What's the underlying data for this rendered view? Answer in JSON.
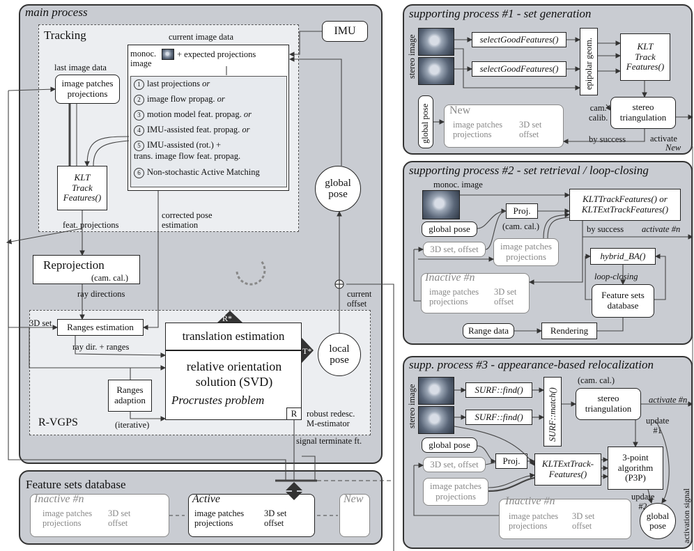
{
  "main": {
    "title": "main process",
    "tracking_title": "Tracking",
    "current_image_data": "current image data",
    "imu": "IMU",
    "monoc_image": "monoc.\nimage",
    "expected_projections": "+ expected projections",
    "last_image_data": "last image data",
    "image_patches_projections": "image patches\nprojections",
    "methods": [
      {
        "num": "1",
        "text": "last projections ",
        "suffix": "or"
      },
      {
        "num": "2",
        "text": "image flow propag. ",
        "suffix": "or"
      },
      {
        "num": "3",
        "text": "motion model feat. propag. ",
        "suffix": "or"
      },
      {
        "num": "4",
        "text": "IMU-assisted feat. propag. ",
        "suffix": "or"
      },
      {
        "num": "5",
        "text": "IMU-assisted (rot.) +\ntrans. image flow feat. propag.",
        "suffix": ""
      },
      {
        "num": "6",
        "text": "Non-stochastic Active Matching",
        "suffix": ""
      }
    ],
    "klt": "KLT\nTrack\nFeatures()",
    "feat_projections": "feat. projections",
    "corrected_pose": "corrected pose\nestimation",
    "global_pose": "global\npose",
    "reprojection": "Reprojection",
    "cam_cal": "(cam. cal.)",
    "ray_directions": "ray directions",
    "current_offset": "current\noffset",
    "r_vgps": "R-VGPS",
    "set_3d": "3D set",
    "ranges_estimation": "Ranges estimation",
    "ray_dir_ranges": "ray dir. + ranges",
    "translation_estimation": "translation estimation",
    "relative_orientation": "relative orientation\nsolution (SVD)",
    "procrustes": "Procrustes problem",
    "r_star": "R*",
    "t_star": "T*",
    "local_pose": "local\npose",
    "ranges_adaption": "Ranges\nadaption",
    "iterative": "(iterative)",
    "r_label": "R",
    "robust": "robust redesc.\nM-estimator",
    "signal_terminate": "signal terminate ft."
  },
  "db": {
    "title": "Feature sets database",
    "inactive": "Inactive #n",
    "active": "Active",
    "new": "New",
    "patches": "image patches\nprojections",
    "set3d": "3D set\noffset"
  },
  "sp1": {
    "title": "supporting process #1 - set generation",
    "stereo_image": "stereo image",
    "select1": "selectGoodFeatures()",
    "select2": "selectGoodFeatures()",
    "epipolar": "epipolar geom.",
    "klt": "KLT\nTrack\nFeatures()",
    "global_pose": "global pose",
    "new": "New",
    "patches": "image patches\nprojections",
    "set3d": "3D set\noffset",
    "cam_calib": "cam.\ncalib.",
    "stereo_tri": "stereo\ntriangulation",
    "by_success": "by success",
    "activate": "activate",
    "activate_new": "New"
  },
  "sp2": {
    "title": "supporting process #2 - set retrieval / loop-closing",
    "monoc_image": "monoc. image",
    "proj": "Proj.",
    "cam_cal": "(cam. cal.)",
    "global_pose": "global pose",
    "klt_track": "KLTTrackFeatures() or\nKLTExtTrackFeatures()",
    "by_success": "by success",
    "activate": "activate #n",
    "set3d_offset": "3D set, offset",
    "patches_proj": "image patches\nprojections",
    "hybrid_ba": "hybrid_BA()",
    "loop_closing": "loop-closing",
    "inactive": "Inactive #n",
    "patches": "image patches\nprojections",
    "set3d": "3D set\noffset",
    "feature_db": "Feature sets\ndatabase",
    "range_data": "Range data",
    "rendering": "Rendering"
  },
  "sp3": {
    "title": "supp. process #3 - appearance-based relocalization",
    "stereo_image": "stereo image",
    "surf_find1": "SURF::find()",
    "surf_find2": "SURF::find()",
    "surf_match": "SURF::match()",
    "cam_cal": "(cam. cal.)",
    "stereo_tri": "stereo\ntriangulation",
    "activate": "activate #n",
    "update1": "update\n#1",
    "global_pose": "global pose",
    "set3d_offset": "3D set, offset",
    "proj": "Proj.",
    "klt_ext": "KLTExtTrack-\nFeatures()",
    "p3p": "3-point\nalgorithm\n(P3P)",
    "patches_proj": "image patches\nprojections",
    "update2": "update\n#2",
    "inactive": "Inactive #n",
    "patches": "image patches\nprojections",
    "set3d": "3D set\noffset",
    "global_pose_c": "global\npose",
    "activation_signal": "activation signal"
  }
}
